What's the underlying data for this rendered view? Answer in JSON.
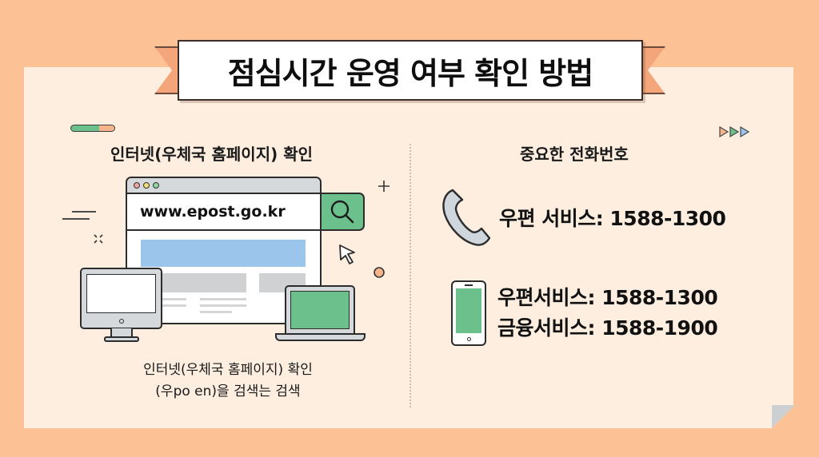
{
  "title": "점심시간 운영 여부 확인 방법",
  "left_section": {
    "heading": "인터넷(우체국 홈페이지) 확인",
    "browser": {
      "url": "www.epost.go.kr",
      "search_icon": "search-icon"
    },
    "caption_lines": [
      "인터넷(우체국 홈페이지) 확인",
      "(우po en)을 검색는 검색"
    ]
  },
  "right_section": {
    "heading": "중요한 전화번호",
    "phone": {
      "icon": "telephone-handset-icon",
      "text": "우편 서비스: 1588-1300"
    },
    "mobile": {
      "icon": "smartphone-icon",
      "lines": [
        "우편서비스: 1588-1300",
        "금융서비스: 1588-1900"
      ]
    }
  },
  "colors": {
    "background": "#fcc195",
    "card": "#fdeee0",
    "ribbon": "#f5a57a",
    "accent_green": "#6cc08b",
    "accent_blue": "#9cc5ec",
    "accent_orange": "#f6b48b"
  },
  "decorations": [
    "progress-pill",
    "triple-play-arrows",
    "plus-sign",
    "sparkle",
    "cursor-arrow",
    "orange-dot",
    "speed-lines"
  ]
}
